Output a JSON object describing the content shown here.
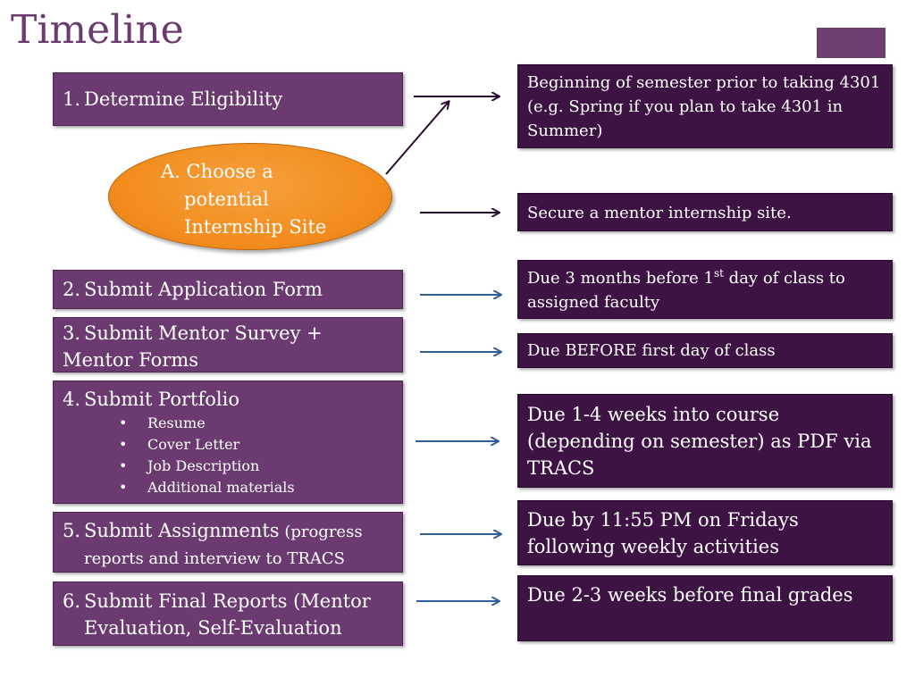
{
  "title": "Timeline",
  "colors": {
    "title": "#6b3a6e",
    "step_box": "#6a3a70",
    "deadline_box": "#3d1343",
    "oval": "#f28c1c",
    "arrow_dark": "#2a0a30",
    "arrow_blue": "#2f5f9a"
  },
  "steps": {
    "s1": {
      "num": "1.",
      "text": "Determine Eligibility"
    },
    "sa": {
      "line1": "A. Choose a",
      "line2": "potential",
      "line3": "Internship Site"
    },
    "s2": {
      "num": "2.",
      "text": "Submit Application Form"
    },
    "s3": {
      "num": "3.",
      "text": "Submit Mentor Survey +",
      "line2": "Mentor Forms"
    },
    "s4": {
      "num": "4.",
      "text": "Submit Portfolio",
      "bullets": [
        "Resume",
        "Cover Letter",
        "Job Description",
        "Additional materials"
      ]
    },
    "s5": {
      "num": "5.",
      "text": "Submit Assignments",
      "small": " (progress",
      "line2": "reports and interview to TRACS"
    },
    "s6": {
      "num": "6.",
      "text": "Submit Final Reports (Mentor",
      "line2": "Evaluation, Self-Evaluation"
    }
  },
  "deadlines": {
    "d1": "Beginning of semester prior to taking 4301 (e.g. Spring if you plan to take 4301 in Summer)",
    "da": "Secure a mentor internship site.",
    "d2a": "Due 3 months before 1",
    "d2sup": "st",
    "d2b": " day of class to assigned faculty",
    "d3": "Due BEFORE first day of class",
    "d4": "Due 1-4 weeks into course (depending on semester) as PDF via TRACS",
    "d5": "Due by 11:55 PM on Fridays following weekly activities",
    "d6": "Due 2-3 weeks before final grades"
  }
}
